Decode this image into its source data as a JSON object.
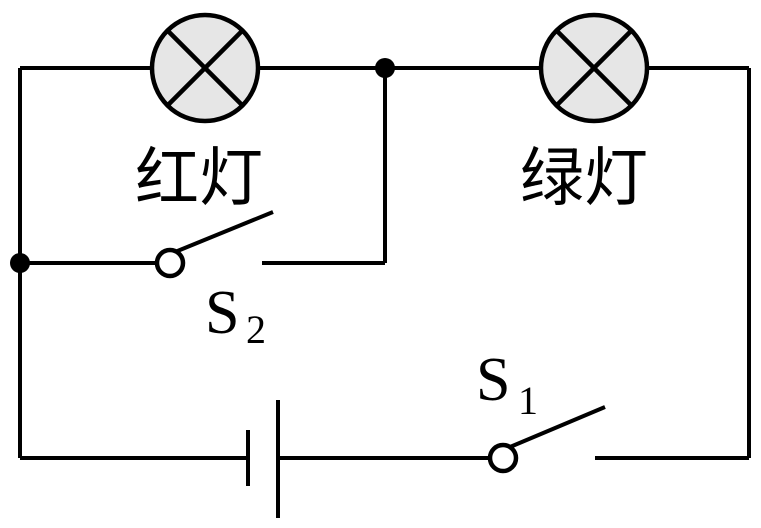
{
  "labels": {
    "red_lamp": "红灯",
    "green_lamp": "绿灯",
    "switch_2": {
      "letter": "S",
      "subscript": "2"
    },
    "switch_1": {
      "letter": "S",
      "subscript": "1"
    }
  },
  "icons": {
    "lamp": "lamp-icon",
    "battery": "battery-icon",
    "switch": "switch-icon"
  },
  "colors": {
    "wire": "#000000",
    "lamp_fill": "#e6e6e6",
    "background": "#ffffff"
  }
}
